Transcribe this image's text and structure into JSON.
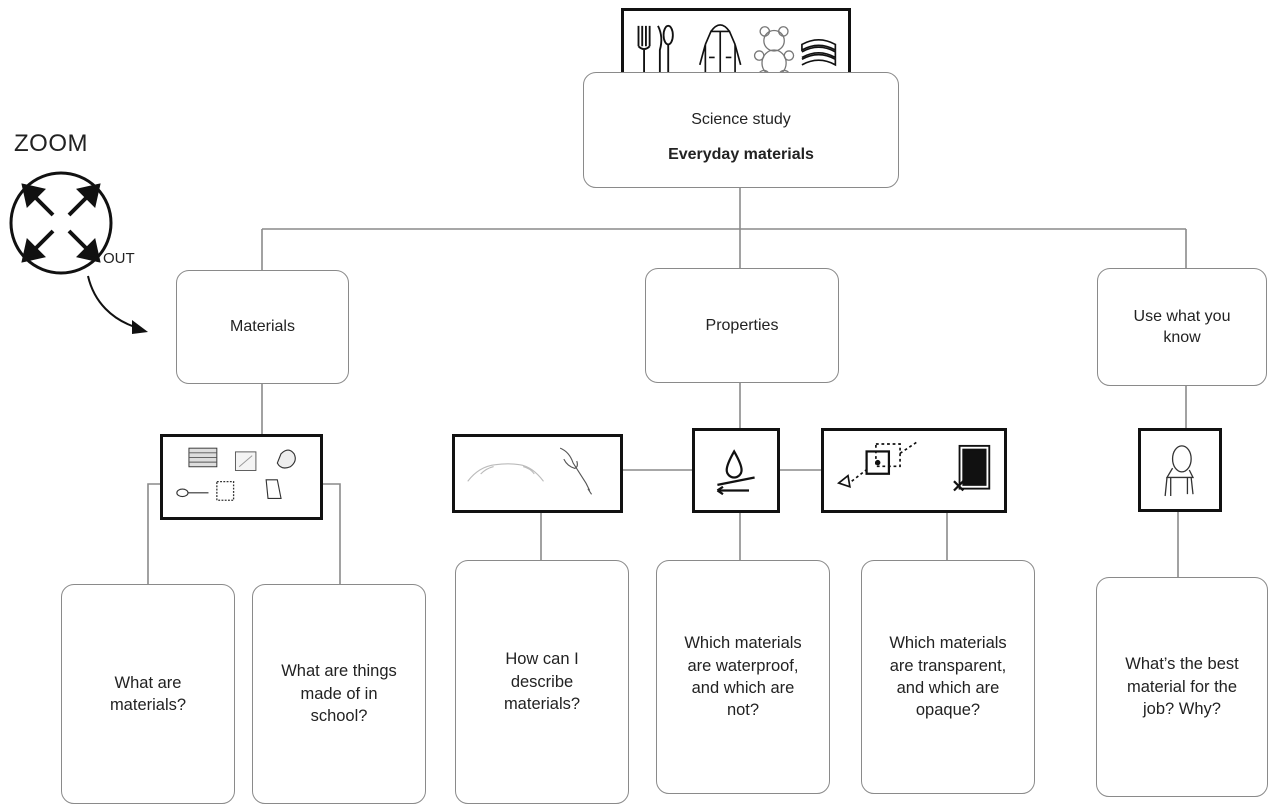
{
  "zoom": {
    "title": "ZOOM",
    "direction": "OUT"
  },
  "root": {
    "title": "Science study",
    "subtitle": "Everyday materials"
  },
  "branches": {
    "materials": {
      "label": "Materials"
    },
    "properties": {
      "label": "Properties"
    },
    "use": {
      "label_lines": [
        "Use what you",
        "know"
      ]
    }
  },
  "questions": {
    "what_are_materials": [
      "What are",
      "materials?"
    ],
    "things_made_of": [
      "What are things",
      "made of in",
      "school?"
    ],
    "describe": [
      "How can I",
      "describe",
      "materials?"
    ],
    "waterproof": [
      "Which materials",
      "are waterproof,",
      "and which are",
      "not?"
    ],
    "transparent": [
      "Which materials",
      "are transparent,",
      "and which are",
      "opaque?"
    ],
    "best_material": [
      "What’s the best",
      "material for the",
      "job? Why?"
    ]
  },
  "icons": {
    "root_strip": [
      "cutlery-icon",
      "raincoat-icon",
      "teddy-bear-icon",
      "towels-icon"
    ],
    "materials_samples": [
      "fabric-sample-icon",
      "glass-sample-icon",
      "stone-sample-icon",
      "spoon-icon",
      "cloth-swatch-icon",
      "paper-sample-icon"
    ],
    "describe": [
      "stretching-hands-icon",
      "hand-with-pen-icon"
    ],
    "waterproof": "water-drop-icon",
    "transparent": [
      "light-through-glass-icon",
      "opaque-block-icon"
    ],
    "use": "chair-icon"
  },
  "colors": {
    "line": "#8a8a8a",
    "icon_border": "#111111",
    "text": "#222222"
  }
}
